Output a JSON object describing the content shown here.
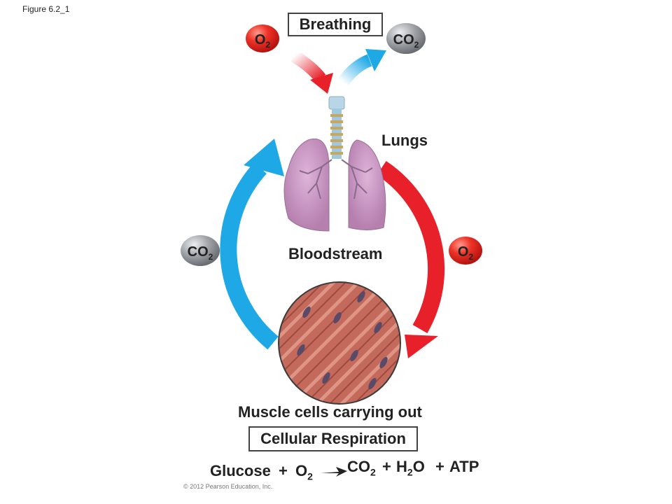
{
  "figure_label": "Figure 6.2_1",
  "breathing_box": "Breathing",
  "lungs_label": "Lungs",
  "bloodstream_label": "Bloodstream",
  "muscle_label": "Muscle cells carrying out",
  "cellular_box": "Cellular Respiration",
  "molecules": {
    "o2_base": "O",
    "co2_base": "CO",
    "subscript": "2"
  },
  "equation": {
    "glucose": "Glucose",
    "plus_symbol": "+",
    "o2": "O",
    "co2": "CO",
    "h2o_h": "H",
    "h2o_o": "O",
    "atp": "ATP",
    "sub": "2"
  },
  "copyright": "© 2012 Pearson Education, Inc.",
  "colors": {
    "oxygen_red": "#e8202a",
    "co2_blue": "#1ea9e6",
    "co2_gray": "#8a8d90",
    "lung_pink": "#c993c3",
    "muscle_red": "#b8554a"
  }
}
